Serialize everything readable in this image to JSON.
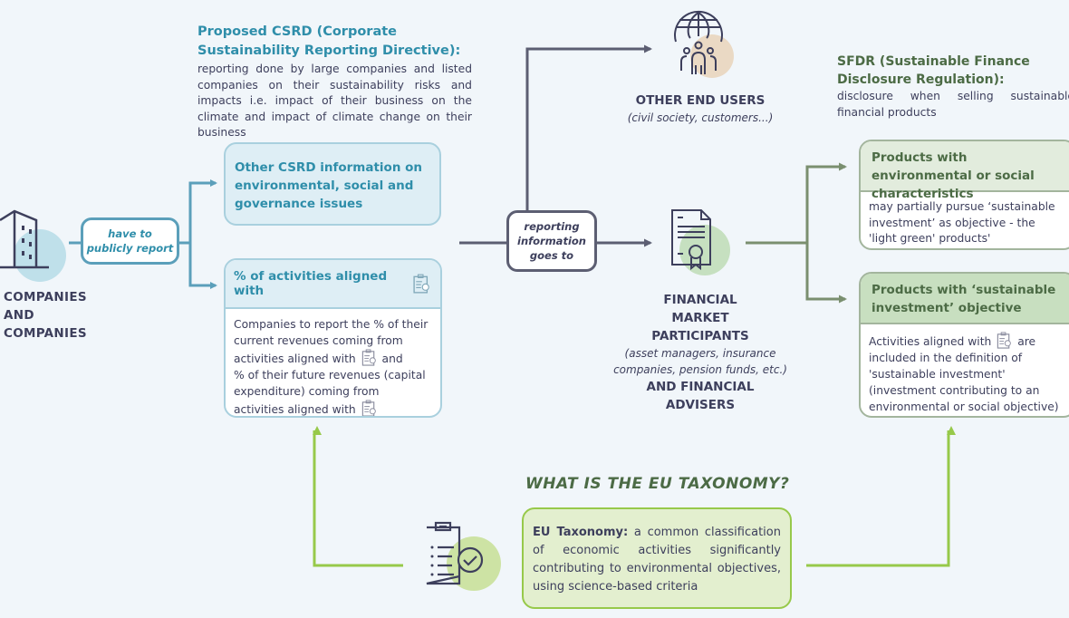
{
  "colors": {
    "background": "#f1f6fa",
    "csrd_blue": "#2f8eaa",
    "sfdr_green": "#4c6b45",
    "taxonomy_green": "#97c94a",
    "text_dark": "#3d3f5c"
  },
  "csrd": {
    "title": "Proposed CSRD (Corporate Sustainability Reporting Directive):",
    "description": "reporting done by large companies and listed companies on their sustainability risks and impacts i.e. impact of their business on the climate and impact of climate change on their business"
  },
  "companies": {
    "icon": "building-icon",
    "lines": [
      "COMPANIES",
      "AND",
      "COMPANIES"
    ]
  },
  "connector_report": {
    "lines": [
      "have to",
      "publicly report"
    ]
  },
  "connector_goes": {
    "lines": [
      "reporting",
      "information",
      "goes to"
    ]
  },
  "csrd_boxes": {
    "other": "Other CSRD information on environmental, social and governance issues",
    "pct_header": "% of activities aligned with",
    "pct_body": {
      "p1": "Companies to report the % of their current revenues coming from activities aligned with",
      "p2": "and",
      "p3": "% of their future revenues (capital expenditure) coming from activities aligned with"
    }
  },
  "end_users": {
    "icon": "globe-people-icon",
    "title": "OTHER END USERS",
    "subtitle": "(civil society, customers...)"
  },
  "fmp": {
    "icon": "certificate-document-icon",
    "title_lines": [
      "FINANCIAL",
      "MARKET",
      "PARTICIPANTS"
    ],
    "subtitle": "(asset managers, insurance companies, pension funds, etc.)",
    "tail_lines": [
      "AND FINANCIAL",
      "ADVISERS"
    ]
  },
  "sfdr": {
    "title": "SFDR (Sustainable Finance Disclosure Regulation):",
    "desc_line1": "disclosure when selling sustainable",
    "desc_line2": "financial products"
  },
  "sfdr_boxes": {
    "light_header": "Products with environmental or social characteristics",
    "light_body": "may partially pursue ‘sustainable investment’ as objective - the 'light green' products'",
    "dark_header": "Products with ‘sustainable investment’ objective",
    "dark_body_a": "Activities aligned with",
    "dark_body_b": "are included in the definition of 'sustainable investment' (investment contributing to an environmental or social objective)"
  },
  "taxonomy": {
    "icon": "clipboard-check-icon",
    "title": "WHAT IS THE EU TAXONOMY?",
    "label": "EU Taxonomy:",
    "text": "a common classification of economic activities significantly contributing to environmental objectives, using science-based criteria"
  }
}
